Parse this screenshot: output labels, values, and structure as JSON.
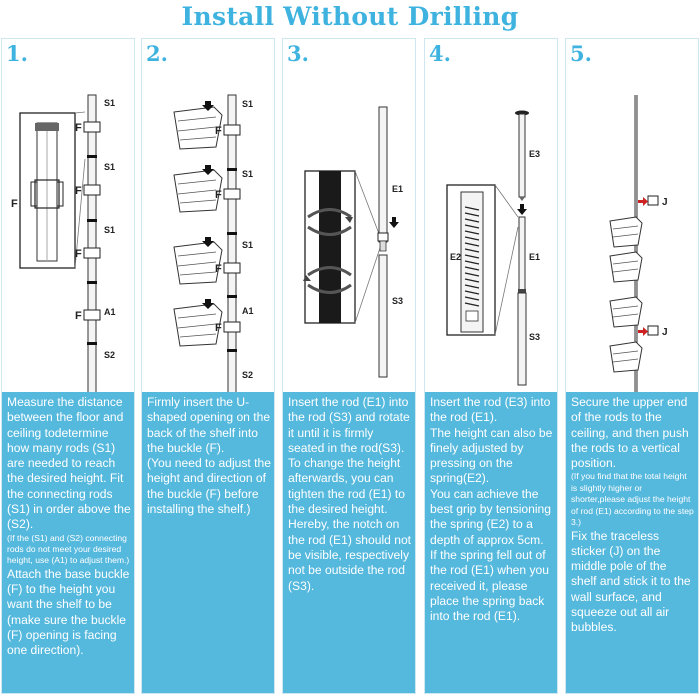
{
  "title": "Install Without Drilling",
  "steps": [
    {
      "number": "1.",
      "labels": {
        "s1": "S1",
        "a1": "A1",
        "s2": "S2",
        "f": "F"
      },
      "text": [
        "Measure the distance between the floor and ceiling todetermine how many rods (S1) are needed to reach the desired height. Fit the connecting rods (S1) in order above the (S2)."
      ],
      "note": "(If the (S1) and (S2) connecting rods do not meet your desired height, use (A1) to adjust them.)",
      "text_after": "Attach the base buckle (F) to the height you want the shelf to be (make sure the buckle (F) opening is facing one direction)."
    },
    {
      "number": "2.",
      "labels": {
        "s1": "S1",
        "a1": "A1",
        "s2": "S2",
        "f": "F"
      },
      "text": "Firmly insert the U-shaped opening on the back of the shelf into the buckle (F).",
      "text2": "(You need to adjust the height and direction of the buckle (F) before installing the shelf.)"
    },
    {
      "number": "3.",
      "labels": {
        "e1": "E1",
        "s3": "S3"
      },
      "text": "Insert the rod (E1) into the rod (S3) and rotate it until it is firmly seated in the rod(S3).",
      "text2": "To change the height afterwards, you can tighten the rod (E1) to the desired height.",
      "text3": "Hereby, the notch on the rod (E1) should not be visible, respectively not be outside the rod (S3)."
    },
    {
      "number": "4.",
      "labels": {
        "e3": "E3",
        "e2": "E2",
        "e1": "E1",
        "s3": "S3"
      },
      "text": "Insert the rod (E3) into the rod (E1).",
      "text2": "The height can also be finely adjusted by pressing on the spring(E2).",
      "text3": "You can achieve the best grip by tensioning the spring (E2) to a depth of approx 5cm.",
      "text4": "If the spring fell out of the rod (E1) when you received it, please place the spring back into the rod (E1)."
    },
    {
      "number": "5.",
      "labels": {
        "j": "J"
      },
      "text": "Secure the upper end of the rods to the ceiling, and then push the rods to a vertical position.",
      "note": "(If you find that the total height is slightly higher or shorter,please adjust the height of rod (E1) according to the step 3.)",
      "text2": "Fix the traceless sticker (J) on the middle pole of the shelf and stick it to the wall surface, and squeeze out all air bubbles."
    }
  ]
}
